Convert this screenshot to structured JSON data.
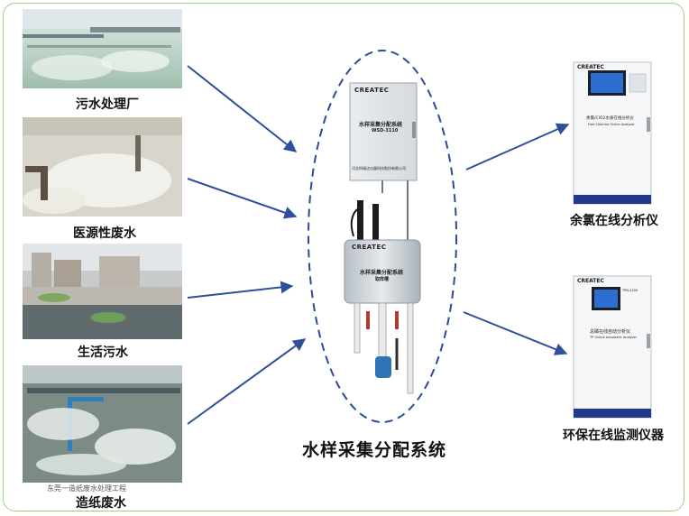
{
  "sources": [
    {
      "label": "污水处理厂"
    },
    {
      "label": "医源性废水"
    },
    {
      "label": "生活污水"
    },
    {
      "label": "造纸废水",
      "caption": "东莞一造纸废水处理工程"
    }
  ],
  "center": {
    "title": "水样采集分配系统",
    "cabinet": {
      "brand": "CREATEC",
      "name": "水样采集分配系统",
      "model": "WSD-3110",
      "company": "河北科瑞达仪器科技股份有限公司"
    },
    "tank": {
      "brand": "CREATEC",
      "name": "水样采集分配系统",
      "sub": "取样槽"
    }
  },
  "outputs": [
    {
      "label": "余氯在线分析仪",
      "brand": "CREATEC",
      "panel_title": "余氯/ClO2水质在线分析仪",
      "panel_sub": "Free Chlorine Online Analyzer"
    },
    {
      "label": "环保在线监测仪器",
      "brand": "CREATEC",
      "panel_title": "总磷在线自动分析仪",
      "panel_sub": "TP Online Automatic Analyzer",
      "model": "TPN-2300"
    }
  ],
  "colors": {
    "border": "#9fd08a",
    "arrow": "#2e4f9c",
    "ellipse": "#2a4b9a",
    "panel": "#1f3a8a"
  }
}
